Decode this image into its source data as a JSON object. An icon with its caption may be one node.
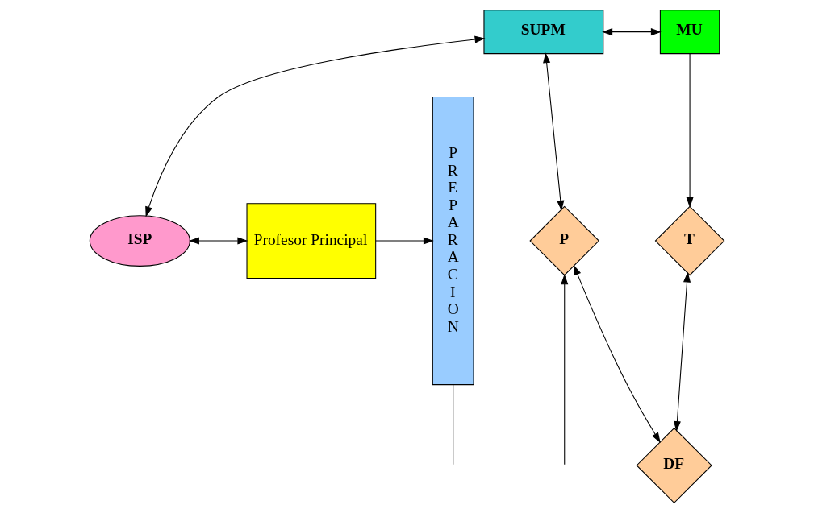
{
  "diagram": {
    "nodes": [
      {
        "text": [
          "ISP"
        ]
      },
      {
        "text": [
          "Profesor Principal"
        ]
      },
      {
        "text": [
          "PREPARACION"
        ]
      },
      {
        "text": [
          "SUPM"
        ]
      },
      {
        "text": [
          "MU"
        ]
      },
      {
        "text": [
          "P"
        ]
      },
      {
        "text": [
          "T"
        ]
      },
      {
        "text": [
          "DF"
        ]
      }
    ],
    "edges": [
      {
        "from": 0,
        "to": 1,
        "arrow": "both"
      },
      {
        "from": 1,
        "to": 2,
        "arrow": "to"
      },
      {
        "from": 3,
        "to": 0,
        "arrow": "both"
      },
      {
        "from": 3,
        "to": 4,
        "arrow": "both"
      },
      {
        "from": 3,
        "to": 5,
        "arrow": "both"
      },
      {
        "from": 4,
        "to": 6,
        "arrow": "to"
      },
      {
        "from": 5,
        "to": 7,
        "arrow": "both"
      },
      {
        "from": 7,
        "to": 6,
        "arrow": "both"
      },
      {
        "from": null,
        "to": 5,
        "arrow": "to"
      },
      {
        "from": 2,
        "to": null,
        "arrow": "none"
      }
    ]
  }
}
